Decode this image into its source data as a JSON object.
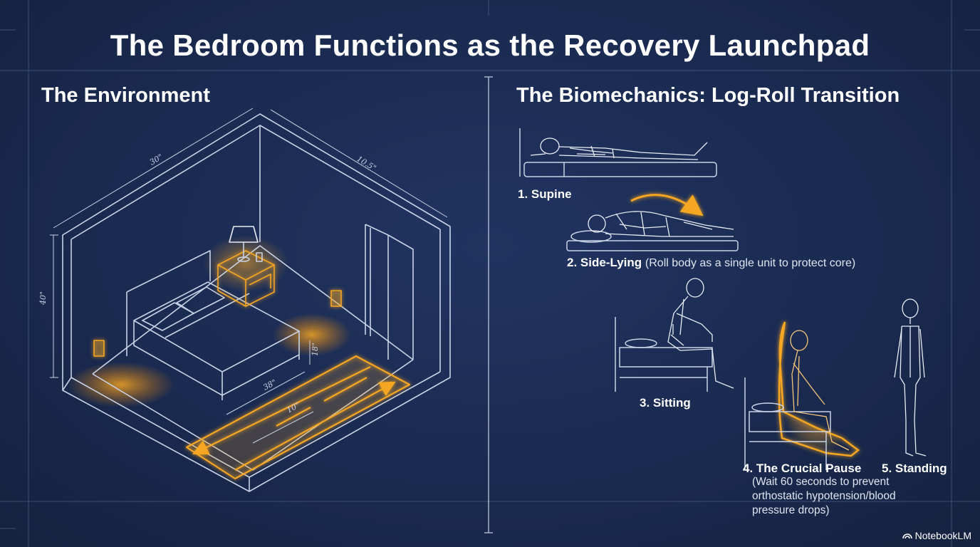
{
  "title": "The Bedroom Functions as the Recovery Launchpad",
  "left_section": {
    "title": "The Environment",
    "dimensions": {
      "top_left": "30\"",
      "top_right": "10.5\"",
      "left": "40\"",
      "bed_width": "38\"",
      "bed_height": "18\"",
      "path": "10\""
    }
  },
  "right_section": {
    "title": "The Biomechanics: Log-Roll Transition",
    "steps": [
      {
        "label": "1. Supine"
      },
      {
        "label": "2. Side-Lying",
        "note": "(Roll body as a single unit to protect core)"
      },
      {
        "label": "3. Sitting"
      },
      {
        "label": "4. The Crucial Pause",
        "note_lines": [
          "(Wait 60 seconds to prevent",
          "orthostatic hypotension/blood",
          "pressure drops)"
        ]
      },
      {
        "label": "5. Standing"
      }
    ]
  },
  "brand": "NotebookLM",
  "colors": {
    "background": "#1a2a4f",
    "line": "#c9d3e6",
    "glow": "#f5a623"
  }
}
